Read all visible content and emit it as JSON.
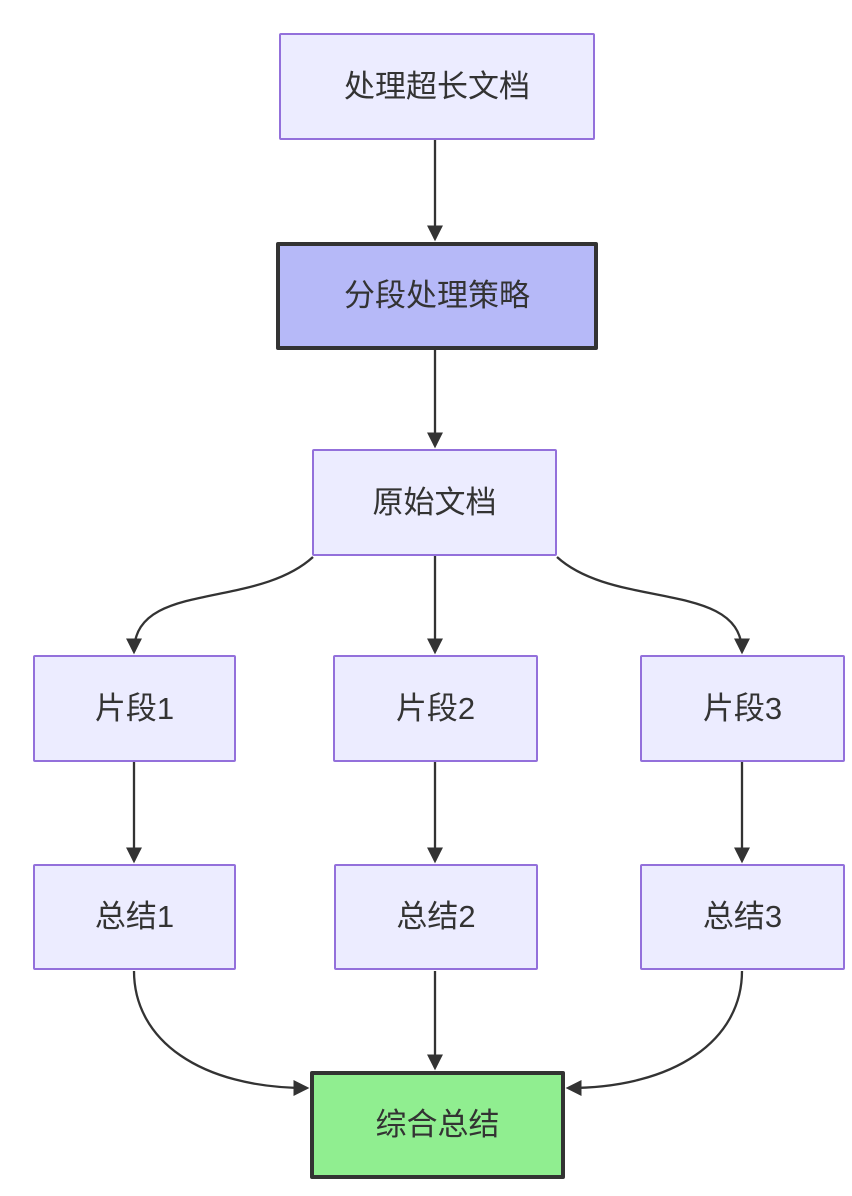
{
  "diagram": {
    "type": "flowchart-top-down",
    "nodes": {
      "process_long_doc": {
        "label": "处理超长文档",
        "style": "default"
      },
      "segment_strategy": {
        "label": "分段处理策略",
        "style": "highlight"
      },
      "original_doc": {
        "label": "原始文档",
        "style": "default"
      },
      "fragment1": {
        "label": "片段1",
        "style": "default"
      },
      "fragment2": {
        "label": "片段2",
        "style": "default"
      },
      "fragment3": {
        "label": "片段3",
        "style": "default"
      },
      "summary1": {
        "label": "总结1",
        "style": "default"
      },
      "summary2": {
        "label": "总结2",
        "style": "default"
      },
      "summary3": {
        "label": "总结3",
        "style": "default"
      },
      "final_summary": {
        "label": "综合总结",
        "style": "final"
      }
    },
    "edges": [
      {
        "from": "处理超长文档",
        "to": "分段处理策略"
      },
      {
        "from": "分段处理策略",
        "to": "原始文档"
      },
      {
        "from": "原始文档",
        "to": "片段1"
      },
      {
        "from": "原始文档",
        "to": "片段2"
      },
      {
        "from": "原始文档",
        "to": "片段3"
      },
      {
        "from": "片段1",
        "to": "总结1"
      },
      {
        "from": "片段2",
        "to": "总结2"
      },
      {
        "from": "片段3",
        "to": "总结3"
      },
      {
        "from": "总结1",
        "to": "综合总结"
      },
      {
        "from": "总结2",
        "to": "综合总结"
      },
      {
        "from": "总结3",
        "to": "综合总结"
      }
    ],
    "colors": {
      "node_fill": "#ECECFF",
      "node_border": "#9370DB",
      "highlight_fill": "#B6B9F8",
      "highlight_border": "#333333",
      "final_fill": "#90EE90",
      "final_border": "#333333",
      "edge_color": "#333333",
      "text_color": "#333333",
      "background": "#FFFFFF"
    }
  }
}
